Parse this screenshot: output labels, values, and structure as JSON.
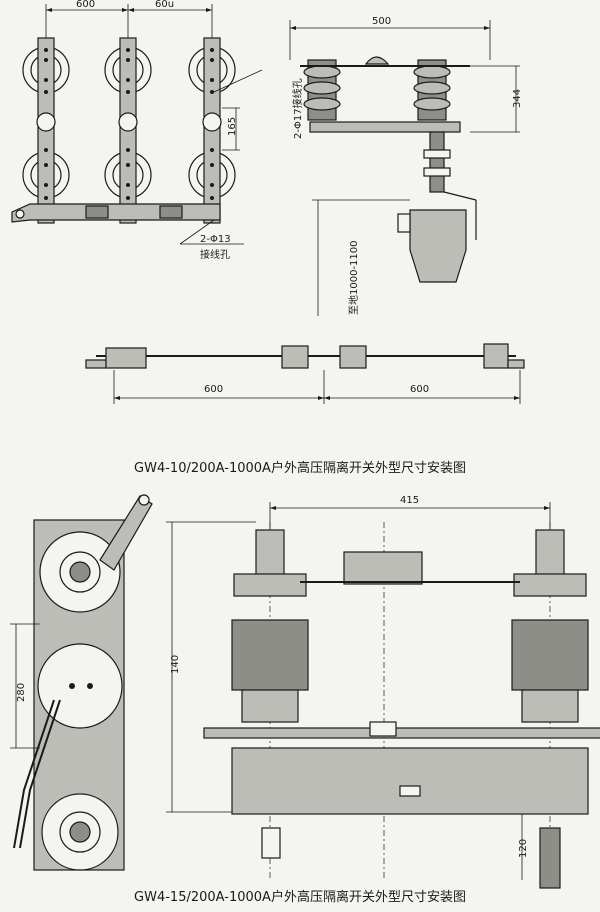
{
  "drawing1": {
    "dim_left_600": "600",
    "dim_right_600": "60u",
    "dim_165": "165",
    "hole_17_label": "2-Φ17接线孔",
    "hole_13_label": "2-Φ13",
    "hole_13_sub": "接线孔",
    "dim_500": "500",
    "dim_344": "344",
    "ground_label": "至地1000-1100",
    "bottom_dim_600_left": "600",
    "bottom_dim_600_right": "600",
    "caption": "GW4-10/200A-1000A户外高压隔离开关外型尺寸安装图"
  },
  "drawing2": {
    "dim_415": "415",
    "dim_140": "140",
    "dim_280": "280",
    "dim_120": "120",
    "caption": "GW4-15/200A-1000A户外高压隔离开关外型尺寸安装图"
  }
}
